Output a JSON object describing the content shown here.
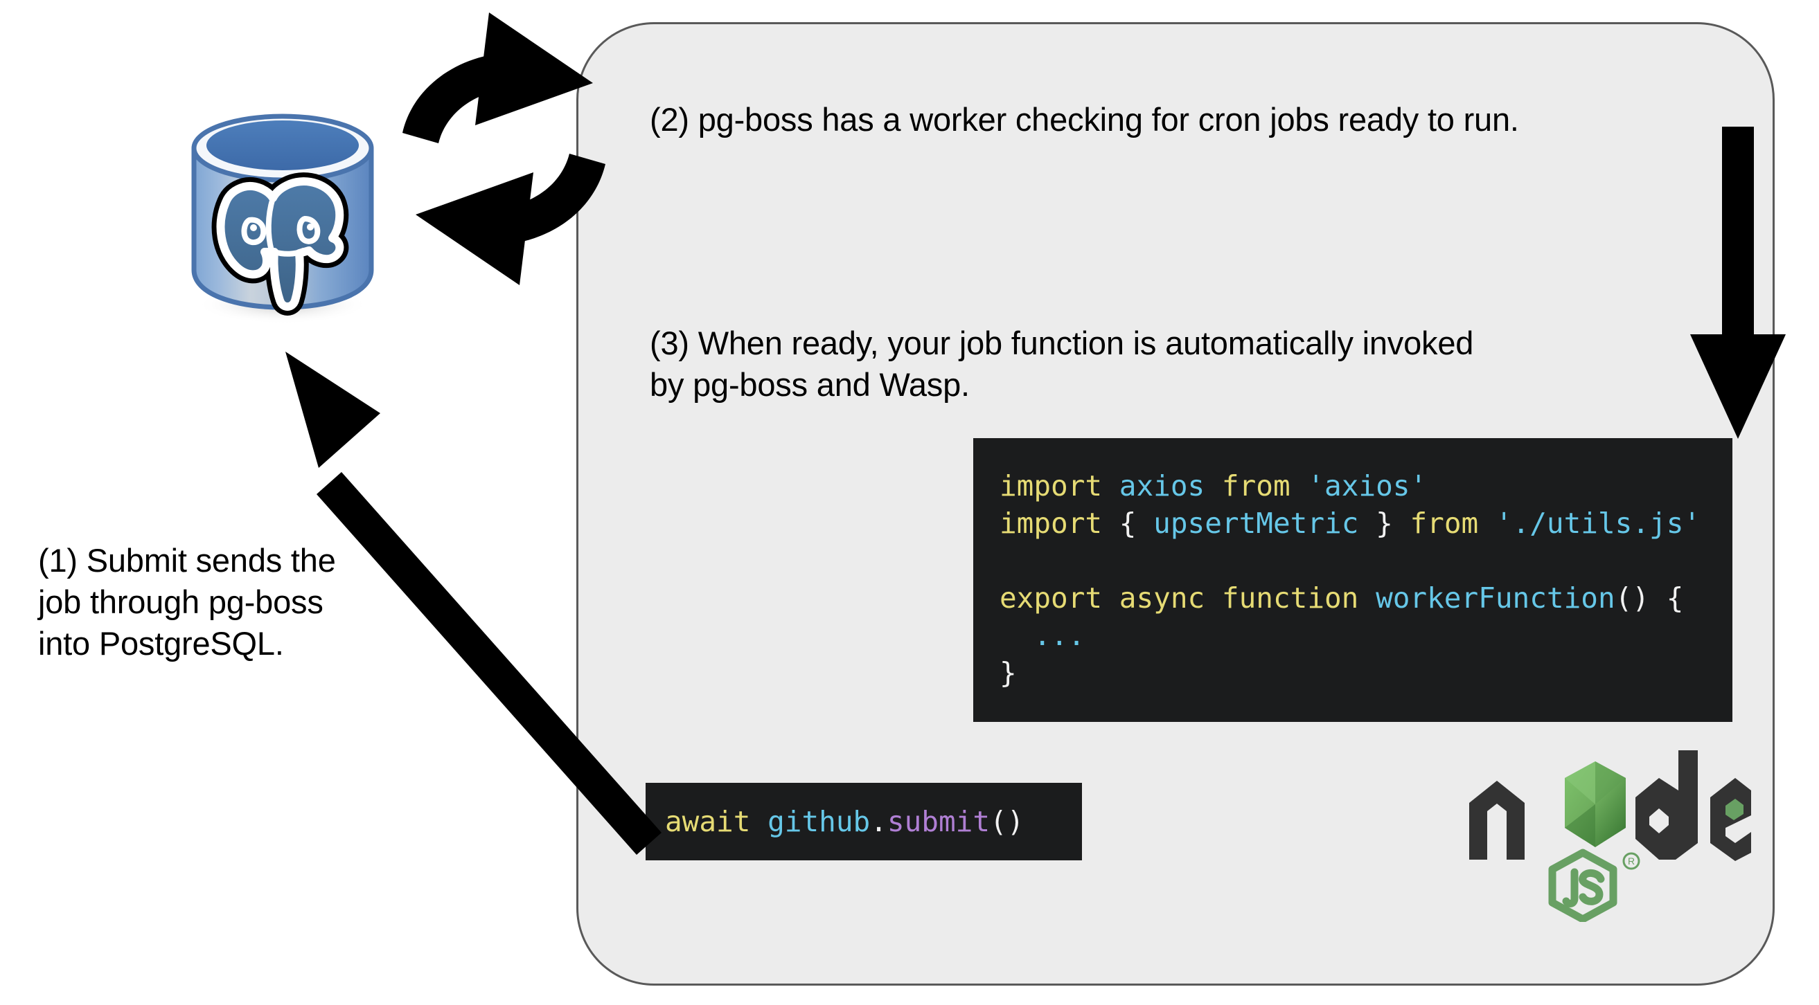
{
  "diagram": {
    "title": "Wasp pg-boss job flow",
    "background_color": "#ffffff",
    "panel_fill": "#ececec",
    "panel_border": "#595959"
  },
  "annotations": {
    "step1": "(1) Submit sends the\njob through pg-boss\ninto PostgreSQL.",
    "step2": "(2) pg-boss has a worker checking for cron jobs ready to run.",
    "step3": "(3) When ready, your job function is automatically invoked\nby pg-boss and Wasp."
  },
  "code_blocks": {
    "worker": {
      "background": "#1b1c1d",
      "lines": [
        [
          {
            "t": "import ",
            "c": "kw"
          },
          {
            "t": "axios ",
            "c": "id"
          },
          {
            "t": "from ",
            "c": "kw"
          },
          {
            "t": "'axios'",
            "c": "str"
          }
        ],
        [
          {
            "t": "import ",
            "c": "kw"
          },
          {
            "t": "{ ",
            "c": "pun"
          },
          {
            "t": "upsertMetric ",
            "c": "id"
          },
          {
            "t": "} ",
            "c": "pun"
          },
          {
            "t": "from ",
            "c": "kw"
          },
          {
            "t": "'./utils.js'",
            "c": "str"
          }
        ],
        [],
        [
          {
            "t": "export async function ",
            "c": "kw"
          },
          {
            "t": "workerFunction",
            "c": "fn"
          },
          {
            "t": "() {",
            "c": "pun"
          }
        ],
        [
          {
            "t": "  ...",
            "c": "dots"
          }
        ],
        [
          {
            "t": "}",
            "c": "pun"
          }
        ]
      ],
      "plain_text": "import axios from 'axios'\nimport { upsertMetric } from './utils.js'\n\nexport async function workerFunction() {\n  ...\n}"
    },
    "submit": {
      "background": "#1b1c1d",
      "lines": [
        [
          {
            "t": "await ",
            "c": "kw"
          },
          {
            "t": "github",
            "c": "id"
          },
          {
            "t": ".",
            "c": "pun"
          },
          {
            "t": "submit",
            "c": "meth"
          },
          {
            "t": "()",
            "c": "pun"
          }
        ]
      ],
      "plain_text": "await github.submit()"
    }
  },
  "logos": {
    "postgres": {
      "name": "PostgreSQL database cylinder with elephant",
      "cylinder_color": "#5b8ac4",
      "cylinder_top": "#3a6fb0",
      "elephant_fill": "#41698f",
      "elephant_outline": "#000000"
    },
    "node": {
      "name": "Node.js",
      "wordmark_color": "#333333",
      "hex_color": "#68a063",
      "js_color": "#68a063",
      "trademark": "®"
    }
  },
  "arrows": {
    "sync_pair": {
      "name": "two curved sync arrows",
      "color": "#000000"
    },
    "diagonal": {
      "name": "submit arrow to postgres",
      "color": "#000000"
    },
    "down": {
      "name": "invoke arrow to worker code",
      "color": "#000000"
    }
  },
  "token_colors": {
    "keyword": "#e6db74",
    "identifier": "#66c7e8",
    "string": "#66c7e8",
    "method": "#b07fd4",
    "punctuation": "#f2f2f2"
  }
}
